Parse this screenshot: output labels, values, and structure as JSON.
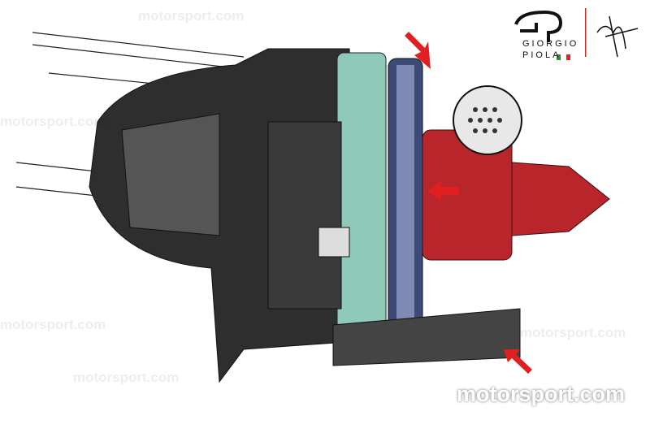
{
  "logo": {
    "line1": "GIORGIO",
    "line2": "PIOLA",
    "flag_colors": [
      "#2e8b3a",
      "#ffffff",
      "#d9262b"
    ]
  },
  "watermark": "motorsport.com",
  "colors": {
    "arrow": "#e02020",
    "caliper": "#b8262c",
    "upright": "#8fc9b9",
    "disc": "#3c4a78",
    "duct": "#2c2c2c"
  },
  "arrows": [
    "top-disc",
    "center-hub",
    "bottom-duct"
  ]
}
